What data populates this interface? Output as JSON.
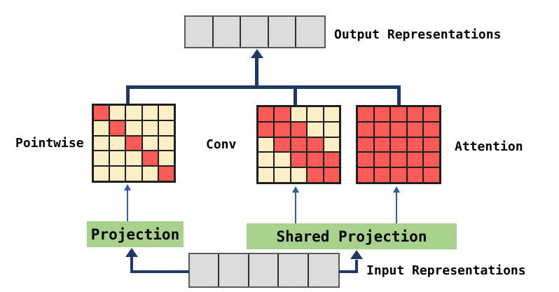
{
  "diagram": {
    "title_labels": {
      "output": "Output Representations",
      "input": "Input Representations"
    },
    "colors": {
      "red": "#FB5B57",
      "cream": "#FCEFC8",
      "green": "#A9D18E",
      "gray": "#DCDCDC",
      "navy": "#1F3864",
      "steel": "#2E5C9E",
      "cellborder": "#1f1f1f",
      "grayborder": "#5a5a5a"
    },
    "strips": {
      "output_cells": 5,
      "input_cells": 5
    },
    "matrices": [
      {
        "id": "pointwise",
        "label": "Pointwise",
        "rows": 5,
        "cols": 5,
        "pattern": [
          [
            1,
            0,
            0,
            0,
            0
          ],
          [
            0,
            1,
            0,
            0,
            0
          ],
          [
            0,
            0,
            1,
            0,
            0
          ],
          [
            0,
            0,
            0,
            1,
            0
          ],
          [
            0,
            0,
            0,
            0,
            1
          ]
        ]
      },
      {
        "id": "conv",
        "label": "Conv",
        "rows": 5,
        "cols": 5,
        "pattern": [
          [
            1,
            1,
            0,
            0,
            0
          ],
          [
            1,
            1,
            1,
            0,
            0
          ],
          [
            0,
            1,
            1,
            1,
            0
          ],
          [
            0,
            0,
            1,
            1,
            1
          ],
          [
            0,
            0,
            0,
            1,
            1
          ]
        ]
      },
      {
        "id": "attention",
        "label": "Attention",
        "rows": 5,
        "cols": 5,
        "pattern": [
          [
            1,
            1,
            1,
            1,
            1
          ],
          [
            1,
            1,
            1,
            1,
            1
          ],
          [
            1,
            1,
            1,
            1,
            1
          ],
          [
            1,
            1,
            1,
            1,
            1
          ],
          [
            1,
            1,
            1,
            1,
            1
          ]
        ]
      }
    ],
    "projections": [
      {
        "id": "projection",
        "label": "Projection"
      },
      {
        "id": "shared-projection",
        "label": "Shared Projection"
      }
    ]
  }
}
